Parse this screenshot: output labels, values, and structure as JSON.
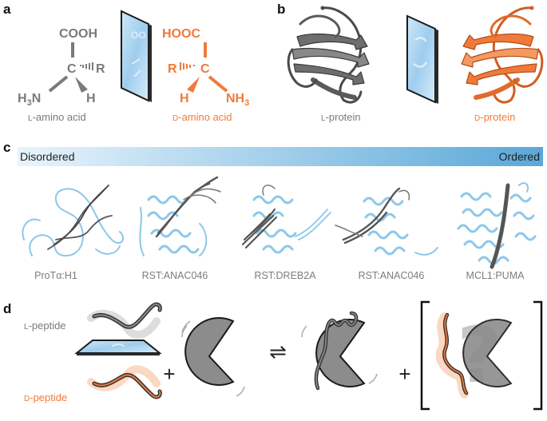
{
  "panel_a": {
    "letter": "a",
    "l_aa": {
      "cooh": "COOH",
      "c": "C",
      "r": "R",
      "h3n_main": "H",
      "h3n_sub": "3",
      "h3n_end": "N",
      "h": "H",
      "caption_sc": "L",
      "caption_rest": "-amino acid"
    },
    "d_aa": {
      "hooc": "HOOC",
      "c": "C",
      "r": "R",
      "h": "H",
      "nh3_main": "NH",
      "nh3_sub": "3",
      "caption_sc": "D",
      "caption_rest": "-amino acid"
    }
  },
  "panel_b": {
    "letter": "b",
    "l_caption_sc": "L",
    "l_caption_rest": "-protein",
    "d_caption_sc": "D",
    "d_caption_rest": "-protein"
  },
  "panel_c": {
    "letter": "c",
    "gradient_left": "Disordered",
    "gradient_right": "Ordered",
    "structures": [
      {
        "label": "ProTα:H1"
      },
      {
        "label": "RST:ANAC046"
      },
      {
        "label": "RST:DREB2A"
      },
      {
        "label": "RST:ANAC046"
      },
      {
        "label": "MCL1:PUMA"
      }
    ]
  },
  "panel_d": {
    "letter": "d",
    "l_peptide_sc": "L",
    "l_peptide_rest": "-peptide",
    "d_peptide_sc": "D",
    "d_peptide_rest": "-peptide",
    "plus": "+",
    "equilibrium": "⇌",
    "question": "?"
  },
  "colors": {
    "grey": "#7a7a7a",
    "dark_grey": "#555555",
    "orange": "#f07a3a",
    "blue": "#8cc8ea",
    "light_blue": "#dcefff"
  }
}
